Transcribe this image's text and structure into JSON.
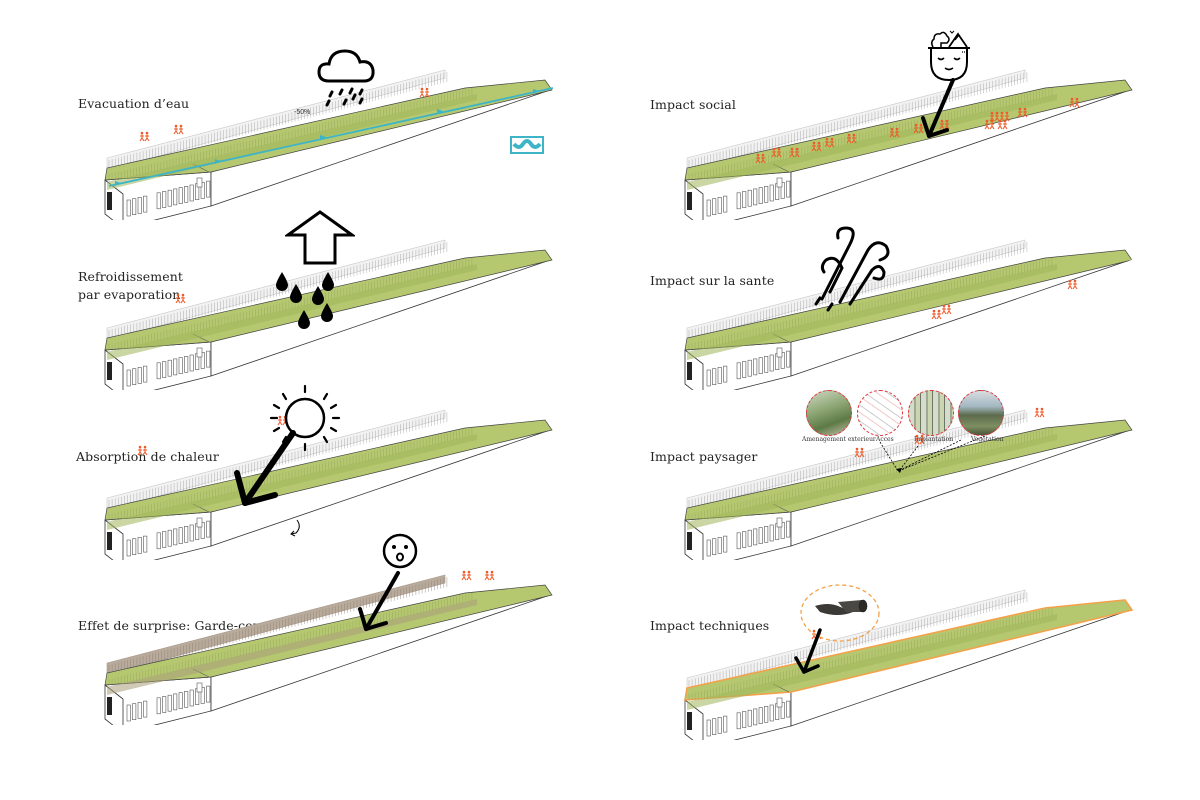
{
  "colors": {
    "roof_green": "#b5c870",
    "roof_green_dark": "#9fb45a",
    "people": "#f05a28",
    "water": "#3db5c6",
    "railing_brown": "#a89a8c",
    "highlight_orange": "#f3a24a",
    "thumb_border": "#e0343f"
  },
  "panels": [
    {
      "id": "evacuation",
      "label": "Evacuation d’eau",
      "icon": "rain-cloud-icon",
      "annotation": "-50%",
      "extra_icon": "water-wave-icon"
    },
    {
      "id": "refroidissement",
      "label": "Refroidissement\npar evaporation",
      "icon": "evaporation-arrow-icon"
    },
    {
      "id": "absorption",
      "label": "Absorption de chaleur",
      "icon": "sun-icon"
    },
    {
      "id": "surprise",
      "label": "Effet de surprise: Garde-corps",
      "icon": "surprised-face-icon"
    },
    {
      "id": "social",
      "label": "Impact social",
      "icon": "calm-head-icon"
    },
    {
      "id": "sante",
      "label": "Impact sur la sante",
      "icon": "wind-icon"
    },
    {
      "id": "paysager",
      "label": "Impact paysager",
      "icon": "photo-thumbnails",
      "thumbnails": [
        "Amenagement exterieur",
        "Acces",
        "Implantation",
        "Vegetation"
      ]
    },
    {
      "id": "techniques",
      "label": "Impact techniques",
      "icon": "membrane-roll-icon"
    }
  ]
}
